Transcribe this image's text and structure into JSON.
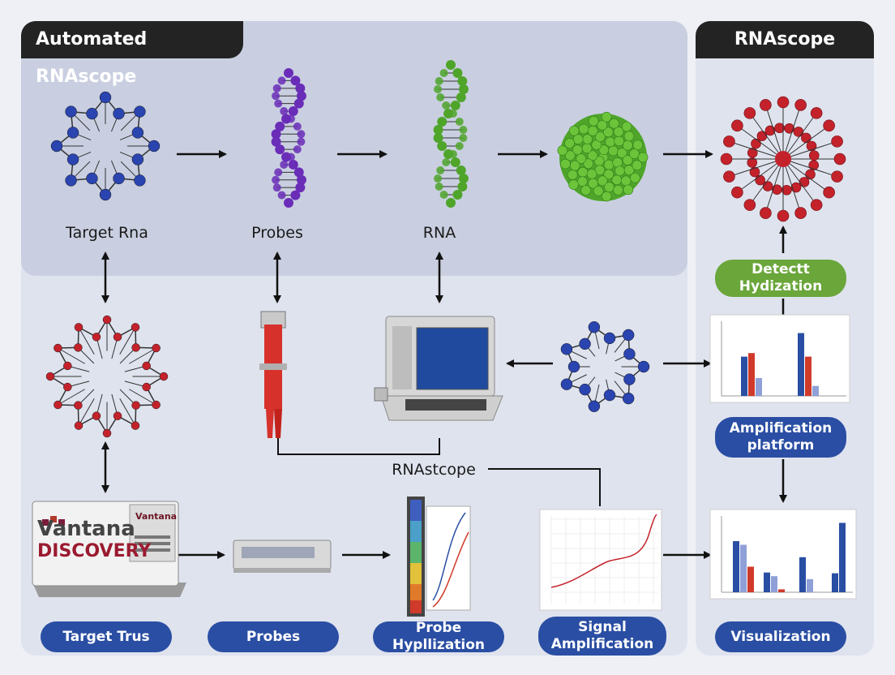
{
  "panels": {
    "left_title": "Automated RNAscope",
    "right_title": "RNAscope"
  },
  "top_row": {
    "target_rna": "Target Rna",
    "probes": "Probes",
    "rna": "RNA"
  },
  "right_column": {
    "detect": "Detectt\nHydization",
    "amplification": "Amplification\nplatform",
    "visualization": "Visualization"
  },
  "middle": {
    "rnascope_label": "RNAstcope"
  },
  "instrument": {
    "brand_line1": "Vantana",
    "brand_line2": "DISCOVERY",
    "brand_small": "Vantana"
  },
  "bottom_row": {
    "target": "Target Trus",
    "probes": "Probes",
    "probe_hyb": "Probe Hypllization",
    "signal": "Signal\nAmplification"
  },
  "colors": {
    "blue_molecule": "#2a44b0",
    "purple_molecule": "#6a2db8",
    "green_molecule": "#4fa52a",
    "red_molecule": "#c4222b",
    "pill_blue": "#2a4ea3",
    "pill_green": "#6aa63a"
  }
}
